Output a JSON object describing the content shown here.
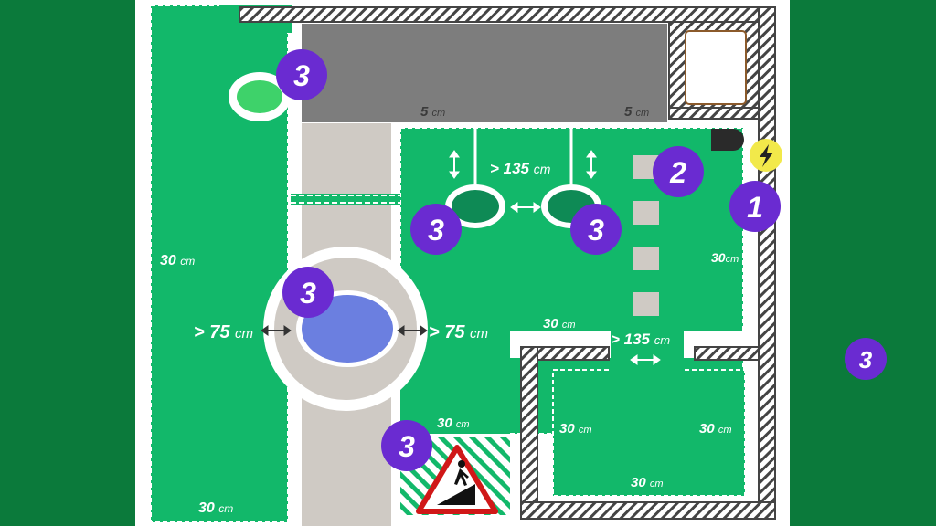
{
  "colors": {
    "background": "#0b7a3b",
    "lawn": "#12b86a",
    "plan_bg": "#ffffff",
    "path": "#cfcac4",
    "terrace": "#7d7d7d",
    "pond": "#6b7fe0",
    "badge": "#6a2bd1",
    "charger": "#f2e94a",
    "warning": "#d01818"
  },
  "labels": {
    "width_left": "30",
    "width_left_bottom": "30",
    "terrace_left": "5",
    "terrace_right": "5",
    "gap_top": "> 135",
    "gap_pond_left": "> 75",
    "gap_pond_right": "> 75",
    "width_right_mid": "30",
    "width_center": "30",
    "gap_bottom": "> 135",
    "width_lower": "30",
    "width_room_left": "30",
    "width_room_right": "30",
    "width_room_bottom": "30",
    "unit": "cm"
  },
  "badges": {
    "charger": "1",
    "mower_path": "2",
    "obstacle": "3"
  }
}
